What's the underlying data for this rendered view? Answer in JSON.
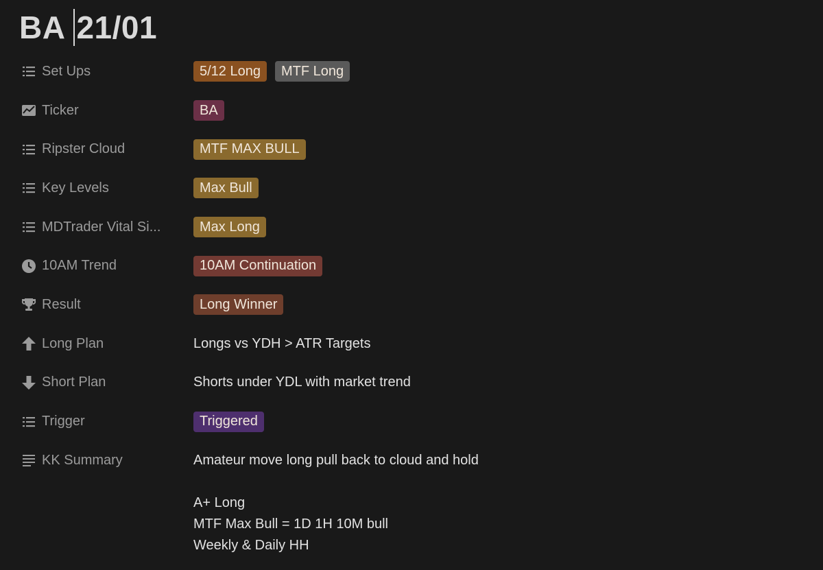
{
  "page": {
    "title_part1": "BA",
    "title_part2": "21/01"
  },
  "properties": [
    {
      "name": "Set Ups",
      "icon": "list-icon",
      "type": "tags",
      "tags": [
        {
          "label": "5/12 Long",
          "color": "#8a5120"
        },
        {
          "label": "MTF Long",
          "color": "#5a5a5a"
        }
      ]
    },
    {
      "name": "Ticker",
      "icon": "chart-icon",
      "type": "tags",
      "tags": [
        {
          "label": "BA",
          "color": "#6b3047"
        }
      ]
    },
    {
      "name": "Ripster Cloud",
      "icon": "list-icon",
      "type": "tags",
      "tags": [
        {
          "label": "MTF MAX BULL",
          "color": "#8a6a2e"
        }
      ]
    },
    {
      "name": "Key Levels",
      "icon": "list-icon",
      "type": "tags",
      "tags": [
        {
          "label": "Max Bull",
          "color": "#8a6a2e"
        }
      ]
    },
    {
      "name": "MDTrader Vital Si...",
      "icon": "list-icon",
      "type": "tags",
      "tags": [
        {
          "label": "Max Long",
          "color": "#8a6a2e"
        }
      ]
    },
    {
      "name": "10AM Trend",
      "icon": "clock-icon",
      "type": "tags",
      "tags": [
        {
          "label": "10AM Continuation",
          "color": "#733a33"
        }
      ]
    },
    {
      "name": "Result",
      "icon": "trophy-icon",
      "type": "tags",
      "tags": [
        {
          "label": "Long Winner",
          "color": "#6e3e2c"
        }
      ]
    },
    {
      "name": "Long Plan",
      "icon": "arrow-up-icon",
      "type": "text",
      "text": "Longs vs YDH > ATR Targets"
    },
    {
      "name": "Short Plan",
      "icon": "arrow-down-icon",
      "type": "text",
      "text": "Shorts under YDL with market trend"
    },
    {
      "name": "Trigger",
      "icon": "list-icon",
      "type": "tags",
      "tags": [
        {
          "label": "Triggered",
          "color": "#4e2f6e"
        }
      ]
    },
    {
      "name": "KK Summary",
      "icon": "text-lines-icon",
      "type": "summary"
    }
  ],
  "summary": {
    "lines": [
      "Amateur move long pull back to cloud and hold",
      "",
      "A+ Long",
      "MTF Max Bull = 1D 1H 10M bull",
      "Weekly & Daily HH"
    ]
  }
}
